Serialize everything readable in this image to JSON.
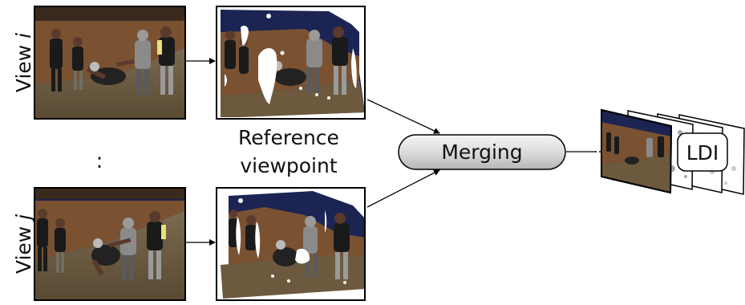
{
  "labels": {
    "view_i": "View",
    "view_i_var": "i",
    "view_j": "View",
    "view_j_var": "j",
    "ellipsis": ":",
    "reference_line1": "Reference",
    "reference_line2": "viewpoint",
    "merging": "Merging",
    "ldi": "LDI"
  },
  "colors": {
    "floor": "#6d5a3e",
    "back_wall": "#1b2453",
    "brown_wall": "#7a5232",
    "stroke": "#000000",
    "merge_fill_top": "#f4f4f4",
    "merge_fill_bottom": "#b9b9b9"
  }
}
